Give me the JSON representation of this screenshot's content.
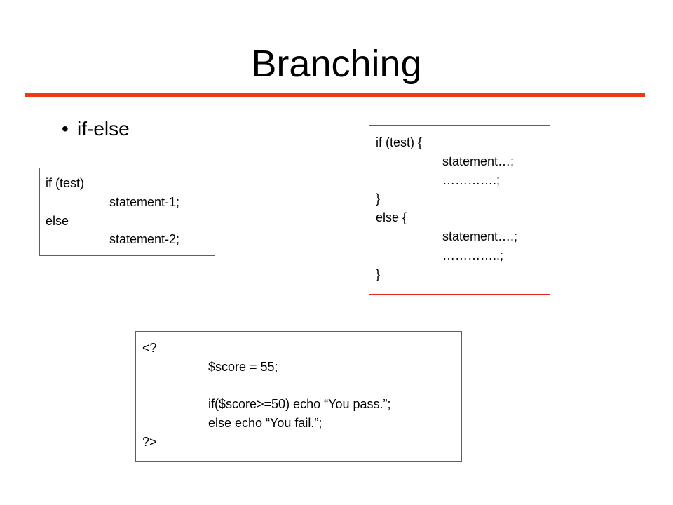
{
  "title": "Branching",
  "bullet": {
    "marker": "•",
    "text": "if-else"
  },
  "colors": {
    "accent_rule": "#ee3a12",
    "box_border": "#e8251f",
    "text": "#000000"
  },
  "code_boxes": {
    "simple_if_else": {
      "lines": [
        "if (test)",
        "statement-1;",
        "else",
        "statement-2;"
      ]
    },
    "block_if_else": {
      "lines": [
        "if (test) {",
        "statement…;",
        "………….;",
        "}",
        "else {",
        "statement….;",
        "…………..;",
        "}"
      ]
    },
    "php_example": {
      "lines": [
        "<?",
        "$score = 55;",
        "",
        "if($score>=50) echo “You pass.”;",
        "else echo “You fail.”;",
        "?>"
      ]
    }
  }
}
